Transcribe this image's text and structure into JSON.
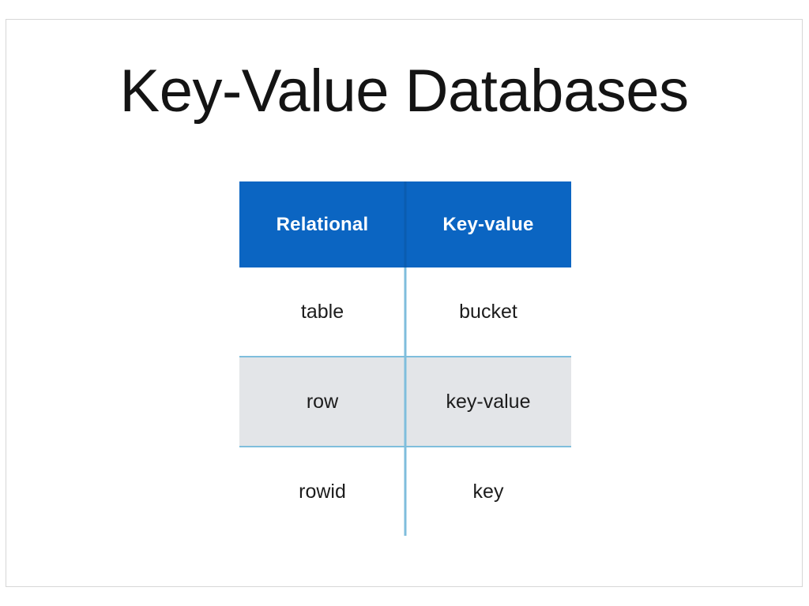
{
  "slide": {
    "title": "Key-Value Databases",
    "background_color": "#ffffff",
    "border_color": "#d6d6d6",
    "title_color": "#141414"
  },
  "table": {
    "header_background": "#0b65c2",
    "header_text_color": "#ffffff",
    "divider_color": "#7fbedc",
    "shaded_row_background": "#e3e5e8",
    "columns": [
      {
        "key": "relational",
        "label": "Relational"
      },
      {
        "key": "keyvalue",
        "label": "Key-value"
      }
    ],
    "rows": [
      {
        "shaded": false,
        "relational": "table",
        "keyvalue": "bucket"
      },
      {
        "shaded": true,
        "relational": "row",
        "keyvalue": "key-value"
      },
      {
        "shaded": false,
        "relational": "rowid",
        "keyvalue": "key"
      }
    ]
  },
  "chart_data": {
    "type": "table",
    "title": "Key-Value Databases",
    "columns": [
      "Relational",
      "Key-value"
    ],
    "rows": [
      [
        "table",
        "bucket"
      ],
      [
        "row",
        "key-value"
      ],
      [
        "rowid",
        "key"
      ]
    ]
  }
}
